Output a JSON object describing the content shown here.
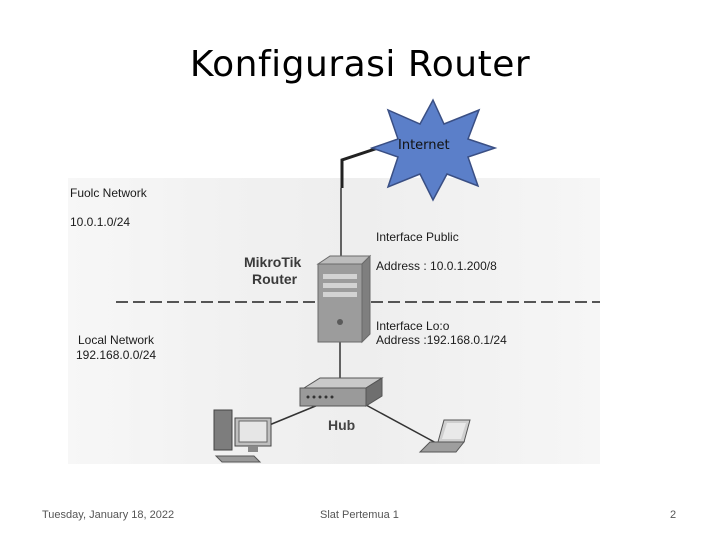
{
  "slide": {
    "title": "Konfigurasi Router",
    "footer_date": "Tuesday, January 18, 2022",
    "footer_center": "Slat Pertemua 1",
    "page_number": "2"
  },
  "diagram": {
    "internet_label": "Internet",
    "public_network_label": "Fuolc Network",
    "public_network_address": "10.0.1.0/24",
    "router_brand_line1": "MikroTik",
    "router_brand_line2": "Router",
    "public_interface_label": "Interface Public",
    "public_interface_address": "Address : 10.0.1.200/8",
    "local_interface_label": "Interface Lo:o",
    "local_interface_address": "Address :192.168.0.1/24",
    "local_network_label": "Local Network",
    "local_network_address": "192.168.0.0/24",
    "hub_label": "Hub"
  },
  "colors": {
    "internet_fill": "#5b7fc9",
    "internet_stroke": "#3a4f84",
    "dashed_line": "#555555",
    "cables": "#222222"
  }
}
